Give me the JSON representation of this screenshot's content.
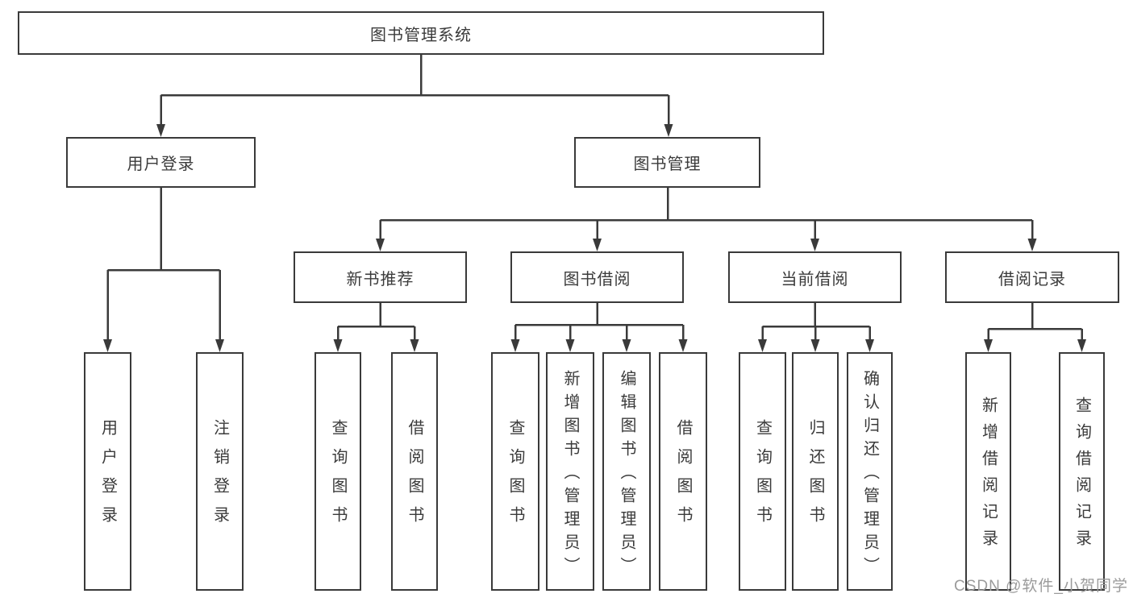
{
  "tree": {
    "label": "图书管理系统",
    "children": [
      {
        "label": "用户登录",
        "children": [
          {
            "label": "用户登录"
          },
          {
            "label": "注销登录"
          }
        ]
      },
      {
        "label": "图书管理",
        "children": [
          {
            "label": "新书推荐",
            "children": [
              {
                "label": "查询图书"
              },
              {
                "label": "借阅图书"
              }
            ]
          },
          {
            "label": "图书借阅",
            "children": [
              {
                "label": "查询图书"
              },
              {
                "label": "新增图书（管理员）"
              },
              {
                "label": "编辑图书（管理员）"
              },
              {
                "label": "借阅图书"
              }
            ]
          },
          {
            "label": "当前借阅",
            "children": [
              {
                "label": "查询图书"
              },
              {
                "label": "归还图书"
              },
              {
                "label": "确认归还（管理员）"
              }
            ]
          },
          {
            "label": "借阅记录",
            "children": [
              {
                "label": "新增借阅记录"
              },
              {
                "label": "查询借阅记录"
              }
            ]
          }
        ]
      }
    ]
  },
  "watermark": {
    "text": "CSDN @软件_小贺同学"
  },
  "colors": {
    "line": "#3a3a3a",
    "text": "#3b3b3b",
    "box_background": "#ffffff",
    "watermark_text": "#9b9b9b"
  }
}
